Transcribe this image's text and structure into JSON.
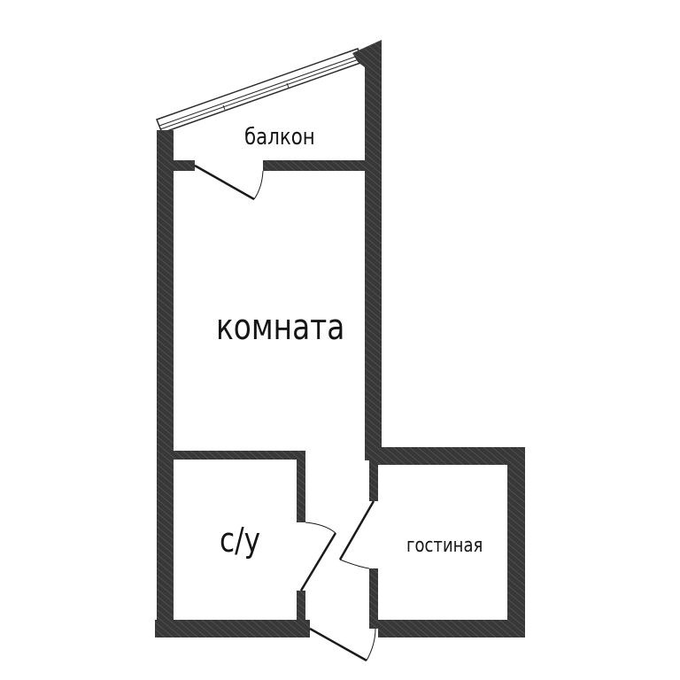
{
  "floor_plan": {
    "rooms": [
      {
        "id": "balcony",
        "label": "балкон"
      },
      {
        "id": "room",
        "label": "комната"
      },
      {
        "id": "bathroom",
        "label": "с/у"
      },
      {
        "id": "living",
        "label": "гостиная"
      }
    ],
    "colors": {
      "wall_fill": "#3a3a3a",
      "wall_hatch": "#5a5a5a",
      "background": "#ffffff",
      "door_line": "#1a1a1a",
      "text": "#151515"
    }
  }
}
